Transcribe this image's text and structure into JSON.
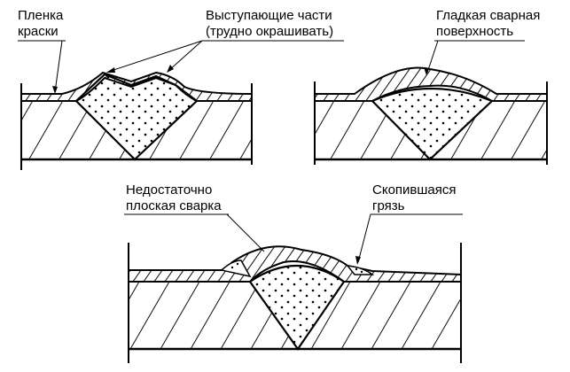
{
  "colors": {
    "ink": "#000000",
    "background": "#ffffff"
  },
  "panels": [
    {
      "id": "protrusions",
      "labels": [
        {
          "lines": [
            "Пленка",
            "краски"
          ]
        },
        {
          "lines": [
            "Выступающие части",
            "(трудно окрашивать)"
          ]
        }
      ]
    },
    {
      "id": "smooth",
      "labels": [
        {
          "lines": [
            "Гладкая сварная",
            "поверхность"
          ]
        }
      ]
    },
    {
      "id": "insufficiently-flat",
      "labels": [
        {
          "lines": [
            "Недостаточно",
            "плоская сварка"
          ]
        },
        {
          "lines": [
            "Скопившаяся",
            "грязь"
          ]
        }
      ]
    }
  ]
}
